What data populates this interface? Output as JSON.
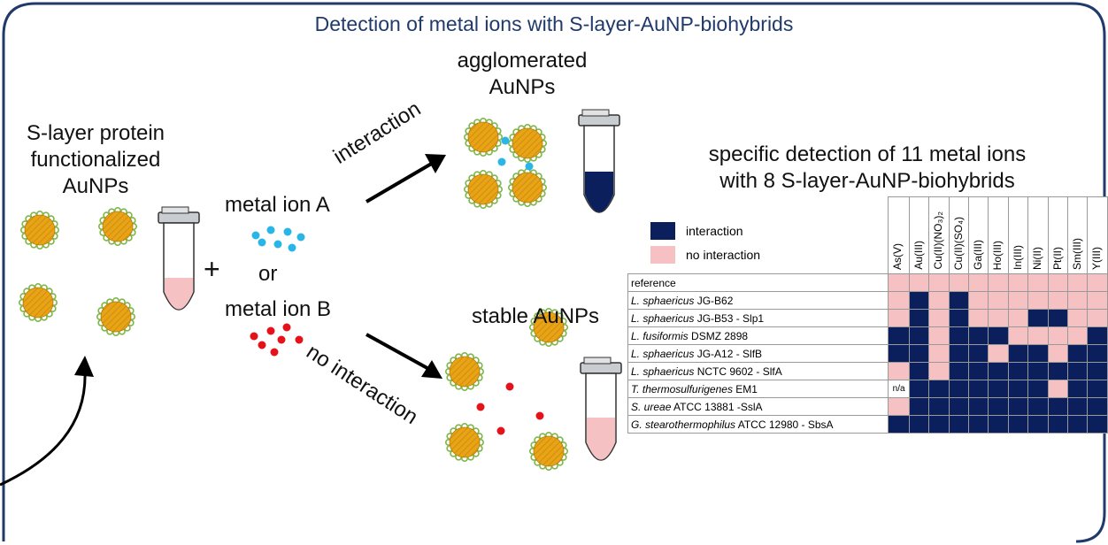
{
  "title": "Detection of metal ions with S-layer-AuNP-biohybrids",
  "labels": {
    "left": [
      "S-layer protein",
      "functionalized",
      "AuNPs"
    ],
    "agglomerated": [
      "agglomerated",
      "AuNPs"
    ],
    "stable": "stable AuNPs",
    "ion_a": "metal ion A",
    "or": "or",
    "ion_b": "metal ion B",
    "plus": "+",
    "interaction_arrow": "interaction",
    "no_interaction_arrow": "no interaction",
    "specific": [
      "specific detection of 11 metal ions",
      "with 8 S-layer-AuNP-biohybrids"
    ]
  },
  "colors": {
    "title": "#1f3a6b",
    "interaction": "#0b1f5c",
    "no_interaction": "#f6c1c3",
    "frame": "#1f3a6b",
    "ion_a": "#29b6e6",
    "ion_b": "#e3121b",
    "gold": "#e8a317",
    "shell": "#7fb64a"
  },
  "legend": {
    "interaction": "interaction",
    "no_interaction": "no interaction"
  },
  "table": {
    "columns": [
      "As(V)",
      "Au(III)",
      "Cu(II)(NO₃)₂",
      "Cu(II)(SO₄)",
      "Ga(III)",
      "Ho(III)",
      "In(III)",
      "Ni(II)",
      "Pt(II)",
      "Sm(III)",
      "Y(III)"
    ],
    "rows": [
      {
        "label_italic": "",
        "label": "reference",
        "cells": [
          "n",
          "n",
          "n",
          "n",
          "n",
          "n",
          "n",
          "n",
          "n",
          "n",
          "n"
        ]
      },
      {
        "label_italic": "L. sphaericus",
        "label": " JG-B62",
        "cells": [
          "n",
          "y",
          "n",
          "y",
          "n",
          "n",
          "n",
          "n",
          "n",
          "n",
          "n"
        ]
      },
      {
        "label_italic": "L. sphaericus",
        "label": " JG-B53 - Slp1",
        "cells": [
          "n",
          "y",
          "n",
          "y",
          "n",
          "n",
          "n",
          "y",
          "y",
          "n",
          "n"
        ]
      },
      {
        "label_italic": "L. fusiformis",
        "label": " DSMZ 2898",
        "cells": [
          "y",
          "y",
          "n",
          "y",
          "y",
          "y",
          "n",
          "n",
          "n",
          "n",
          "y"
        ]
      },
      {
        "label_italic": "L. sphaericus",
        "label": " JG-A12 - SlfB",
        "cells": [
          "y",
          "y",
          "n",
          "y",
          "y",
          "n",
          "y",
          "y",
          "n",
          "y",
          "y"
        ]
      },
      {
        "label_italic": "L. sphaericus",
        "label": " NCTC 9602 - SlfA",
        "cells": [
          "n",
          "y",
          "n",
          "y",
          "y",
          "y",
          "y",
          "y",
          "y",
          "y",
          "y"
        ]
      },
      {
        "label_italic": "T. thermosulfurigenes",
        "label": " EM1",
        "cells": [
          "na",
          "y",
          "y",
          "y",
          "y",
          "y",
          "y",
          "y",
          "n",
          "y",
          "y"
        ]
      },
      {
        "label_italic": "S. ureae",
        "label": " ATCC 13881 -SslA",
        "cells": [
          "n",
          "y",
          "y",
          "y",
          "y",
          "y",
          "y",
          "y",
          "y",
          "y",
          "y"
        ]
      },
      {
        "label_italic": "G. stearothermophilus",
        "label": " ATCC 12980 - SbsA",
        "cells": [
          "y",
          "y",
          "y",
          "y",
          "y",
          "y",
          "y",
          "y",
          "y",
          "y",
          "y"
        ]
      }
    ],
    "na_text": "n/a"
  }
}
